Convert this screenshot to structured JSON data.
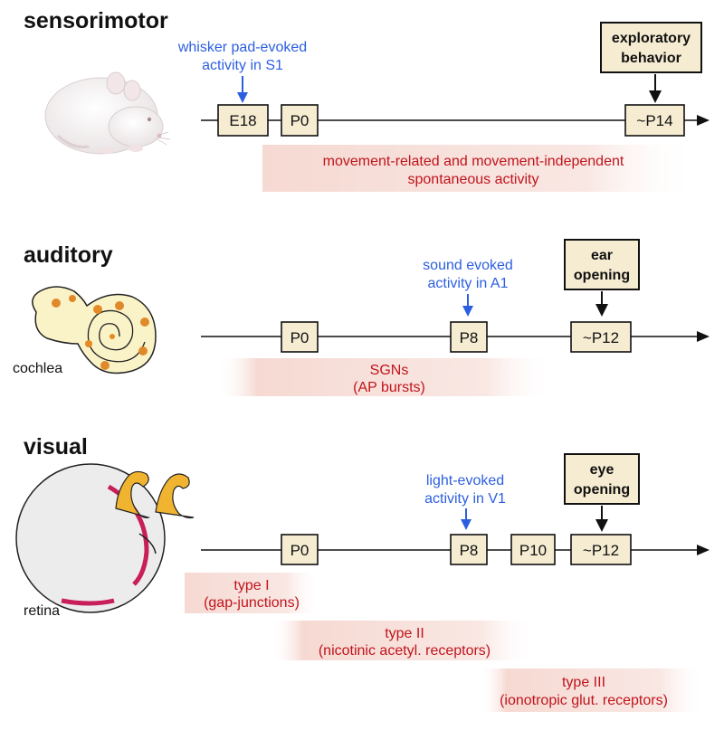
{
  "colors": {
    "box_fill": "#f5ecd2",
    "evoked_blue": "#2c5fe0",
    "spontaneous_red": "#c0141c",
    "band_fill": "#f6d9d2",
    "retina_magenta": "#c81e5a",
    "cochlea_orange": "#e0892a"
  },
  "sensorimotor": {
    "title": "sensorimotor",
    "evoked": [
      "whisker pad-evoked",
      "activity in S1"
    ],
    "behavior": [
      "exploratory",
      "behavior"
    ],
    "timepoints": [
      "E18",
      "P0",
      "~P14"
    ],
    "spontaneous": [
      "movement-related and movement-independent",
      "spontaneous activity"
    ],
    "icon": "mouse-illustration"
  },
  "auditory": {
    "title": "auditory",
    "organ": "cochlea",
    "evoked": [
      "sound evoked",
      "activity in A1"
    ],
    "behavior": [
      "ear",
      "opening"
    ],
    "timepoints": [
      "P0",
      "P8",
      "~P12"
    ],
    "spontaneous": [
      "SGNs",
      "(AP bursts)"
    ],
    "icon": "cochlea-illustration"
  },
  "visual": {
    "title": "visual",
    "organ": "retina",
    "evoked": [
      "light-evoked",
      "activity in V1"
    ],
    "behavior": [
      "eye",
      "opening"
    ],
    "timepoints": [
      "P0",
      "P8",
      "P10",
      "~P12"
    ],
    "waves": [
      [
        "type I",
        "(gap-junctions)"
      ],
      [
        "type II",
        "(nicotinic acetyl. receptors)"
      ],
      [
        "type III",
        "(ionotropic glut. receptors)"
      ]
    ],
    "icon": "eye-illustration"
  }
}
